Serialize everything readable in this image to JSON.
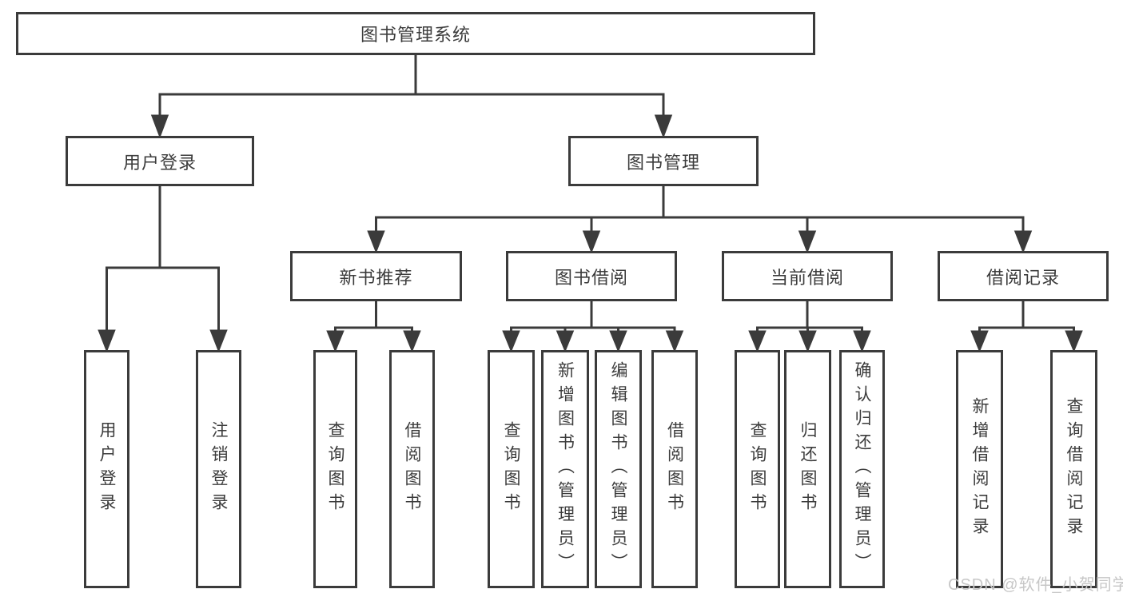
{
  "diagram": {
    "type": "hierarchy",
    "colors": {
      "line": "#3b3b3b",
      "text": "#3c3c3c",
      "background": "#ffffff",
      "watermark": "#c7c7c7"
    },
    "tree": {
      "label": "图书管理系统",
      "children": [
        {
          "label": "用户登录",
          "children": [
            {
              "label": "用户登录"
            },
            {
              "label": "注销登录"
            }
          ]
        },
        {
          "label": "图书管理",
          "children": [
            {
              "label": "新书推荐",
              "children": [
                {
                  "label": "查询图书"
                },
                {
                  "label": "借阅图书"
                }
              ]
            },
            {
              "label": "图书借阅",
              "children": [
                {
                  "label": "查询图书"
                },
                {
                  "label": "新增图书（管理员）"
                },
                {
                  "label": "编辑图书（管理员）"
                },
                {
                  "label": "借阅图书"
                }
              ]
            },
            {
              "label": "当前借阅",
              "children": [
                {
                  "label": "查询图书"
                },
                {
                  "label": "归还图书"
                },
                {
                  "label": "确认归还（管理员）"
                }
              ]
            },
            {
              "label": "借阅记录",
              "children": [
                {
                  "label": "新增借阅记录"
                },
                {
                  "label": "查询借阅记录"
                }
              ]
            }
          ]
        }
      ]
    }
  },
  "watermark": {
    "text": "CSDN @软件_小贺同学"
  }
}
